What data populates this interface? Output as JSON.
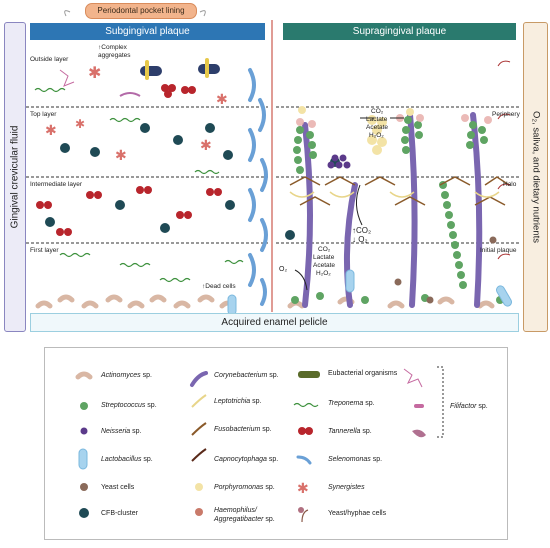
{
  "header": {
    "pocket_label": "Periodontal pocket lining",
    "subgingival": "Subgingival plaque",
    "supragingival": "Supragingival plaque"
  },
  "sides": {
    "left": "Gingival crevicular fluid",
    "right": "O₂, saliva, and dietary nutrients"
  },
  "pellicle": "Acquired enamel pelicle",
  "sub_layers": {
    "outside": "Outside layer",
    "top": "Top layer",
    "intermediate": "Intermediate layer",
    "first": "First layer"
  },
  "supra_layers": {
    "periphery": "Periphery",
    "halo": "Halo",
    "initial": "Initial plaque"
  },
  "annotations": {
    "complex": "↑Complex aggregates",
    "dead": "↑Dead cells",
    "co2_top": "CO₂",
    "lactate_top": "Lactate",
    "acetate_top": "Acetate",
    "h2o2_top": "H₂O₂",
    "co2_mid": "↑CO₂",
    "o2_mid": "↓ O₂",
    "co2_low": "CO₂",
    "lactate_low": "Lactate",
    "acetate_low": "Acetate",
    "h2o2_low": "H₂O₂",
    "o2_left": "O₂"
  },
  "legend": {
    "items": [
      {
        "name": "Actinomyces",
        "suffix": " sp."
      },
      {
        "name": "Streptococcus",
        "suffix": " sp."
      },
      {
        "name": "Neisseria",
        "suffix": " sp."
      },
      {
        "name": "Lactobacillus",
        "suffix": " sp."
      },
      {
        "name": "",
        "suffix": "Yeast cells"
      },
      {
        "name": "",
        "suffix": "CFB-cluster"
      },
      {
        "name": "Corynebacterium",
        "suffix": " sp."
      },
      {
        "name": "Leptotrichia",
        "suffix": " sp."
      },
      {
        "name": "Fusobacterium",
        "suffix": " sp."
      },
      {
        "name": "Capnocytophaga",
        "suffix": " sp."
      },
      {
        "name": "Porphyromonas",
        "suffix": " sp."
      },
      {
        "name": "Haemophilus/ Aggregatibacter",
        "suffix": " sp."
      },
      {
        "name": "",
        "suffix": "Eubacterial organisms"
      },
      {
        "name": "Treponema",
        "suffix": " sp."
      },
      {
        "name": "Tannerella",
        "suffix": " sp."
      },
      {
        "name": "Selenomonas",
        "suffix": " sp."
      },
      {
        "name": "Synergistes",
        "suffix": ""
      },
      {
        "name": "",
        "suffix": "Yeast/hyphae cells"
      },
      {
        "name": "Filifactor",
        "suffix": " sp."
      }
    ]
  }
}
